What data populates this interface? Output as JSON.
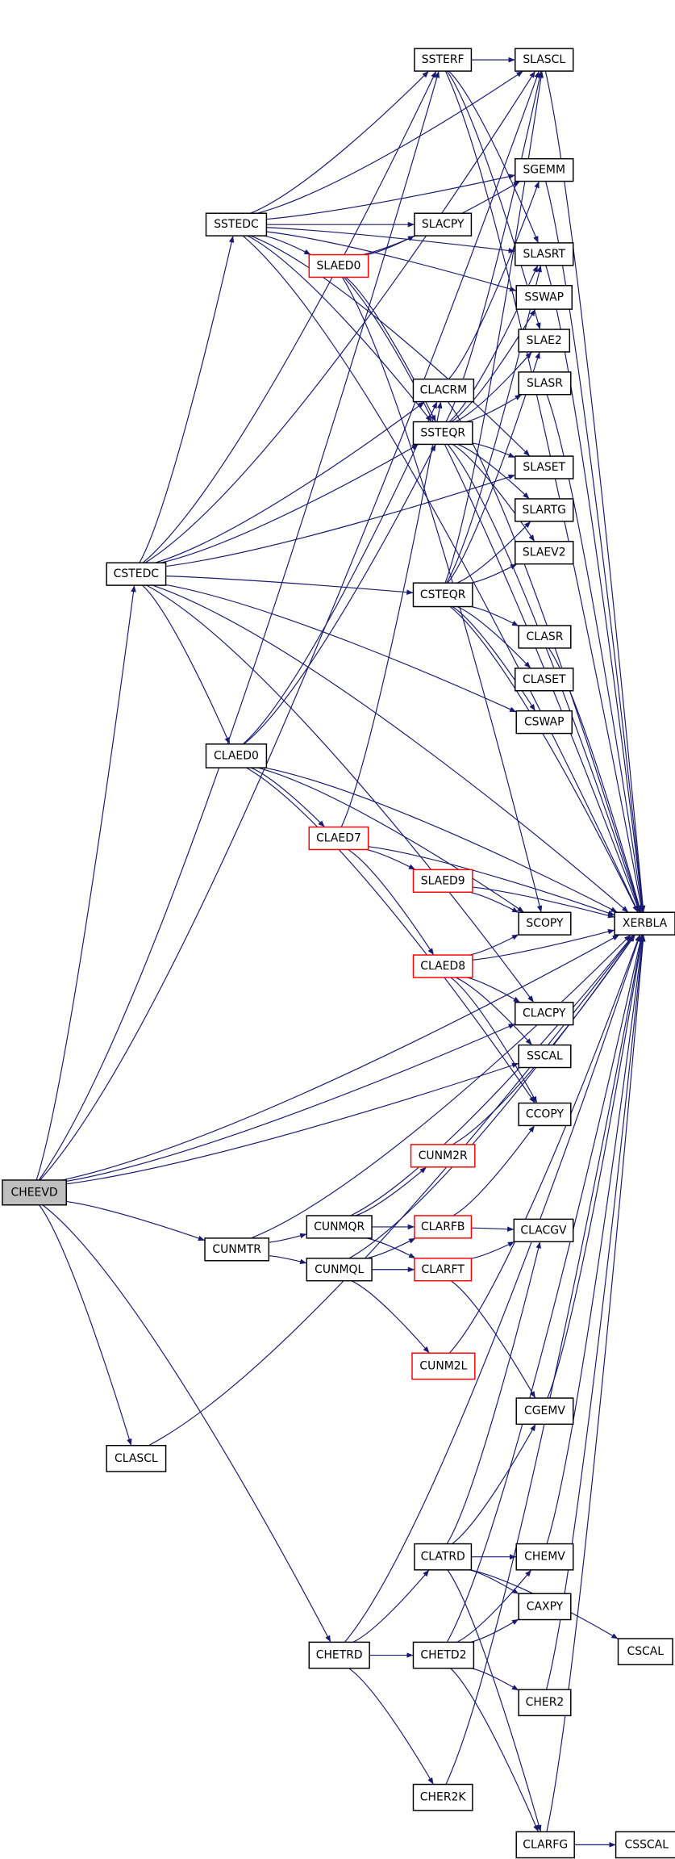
{
  "edge_color": "#191970",
  "highlight_color": "#ff0000",
  "root_fill": "#bfbfbf",
  "nodes": [
    {
      "id": "CHEEVD",
      "root": true
    },
    {
      "id": "CSTEDC"
    },
    {
      "id": "SSTEDC"
    },
    {
      "id": "SSTERF"
    },
    {
      "id": "SLASCL"
    },
    {
      "id": "SGEMM"
    },
    {
      "id": "SLACPY"
    },
    {
      "id": "SLAED0",
      "red": true
    },
    {
      "id": "SLASRT"
    },
    {
      "id": "SSWAP"
    },
    {
      "id": "SLAE2"
    },
    {
      "id": "SLASR"
    },
    {
      "id": "CLACRM"
    },
    {
      "id": "SSTEQR"
    },
    {
      "id": "SLASET"
    },
    {
      "id": "SLARTG"
    },
    {
      "id": "SLAEV2"
    },
    {
      "id": "CSTEQR"
    },
    {
      "id": "CLASR"
    },
    {
      "id": "CLASET"
    },
    {
      "id": "CSWAP"
    },
    {
      "id": "CLAED0"
    },
    {
      "id": "CLAED7",
      "red": true
    },
    {
      "id": "SLAED9",
      "red": true
    },
    {
      "id": "SCOPY"
    },
    {
      "id": "XERBLA"
    },
    {
      "id": "CLAED8",
      "red": true
    },
    {
      "id": "CLACPY"
    },
    {
      "id": "SSCAL"
    },
    {
      "id": "CCOPY"
    },
    {
      "id": "CUNM2R",
      "red": true
    },
    {
      "id": "CUNMTR"
    },
    {
      "id": "CUNMQR"
    },
    {
      "id": "CLARFB",
      "red": true
    },
    {
      "id": "CLACGV"
    },
    {
      "id": "CUNMQL"
    },
    {
      "id": "CLARFT",
      "red": true
    },
    {
      "id": "CUNM2L",
      "red": true
    },
    {
      "id": "CGEMV"
    },
    {
      "id": "CLASCL"
    },
    {
      "id": "CLATRD"
    },
    {
      "id": "CHEMV"
    },
    {
      "id": "CAXPY"
    },
    {
      "id": "CSCAL"
    },
    {
      "id": "CHETRD"
    },
    {
      "id": "CHETD2"
    },
    {
      "id": "CHER2"
    },
    {
      "id": "CHER2K"
    },
    {
      "id": "CLARFG"
    },
    {
      "id": "CSSCAL"
    }
  ],
  "edges": [
    [
      "CHEEVD",
      "CSTEDC"
    ],
    [
      "CHEEVD",
      "SSTERF"
    ],
    [
      "CHEEVD",
      "SLASCL"
    ],
    [
      "CHEEVD",
      "CLACPY"
    ],
    [
      "CHEEVD",
      "SSCAL"
    ],
    [
      "CHEEVD",
      "CUNMTR"
    ],
    [
      "CHEEVD",
      "XERBLA"
    ],
    [
      "CHEEVD",
      "CLASCL"
    ],
    [
      "CHEEVD",
      "CHETRD"
    ],
    [
      "CSTEDC",
      "SSTEDC"
    ],
    [
      "CSTEDC",
      "SSTERF"
    ],
    [
      "CSTEDC",
      "SLASCL"
    ],
    [
      "CSTEDC",
      "CLACRM"
    ],
    [
      "CSTEDC",
      "SSTEQR"
    ],
    [
      "CSTEDC",
      "SLASET"
    ],
    [
      "CSTEDC",
      "CSTEQR"
    ],
    [
      "CSTEDC",
      "CSWAP"
    ],
    [
      "CSTEDC",
      "XERBLA"
    ],
    [
      "CSTEDC",
      "CLAED0"
    ],
    [
      "CSTEDC",
      "CLACPY"
    ],
    [
      "SSTEDC",
      "SSTERF"
    ],
    [
      "SSTEDC",
      "SLASCL"
    ],
    [
      "SSTEDC",
      "SGEMM"
    ],
    [
      "SSTEDC",
      "SLACPY"
    ],
    [
      "SSTEDC",
      "SLAED0"
    ],
    [
      "SSTEDC",
      "SLASRT"
    ],
    [
      "SSTEDC",
      "SSWAP"
    ],
    [
      "SSTEDC",
      "SSTEQR"
    ],
    [
      "SSTEDC",
      "SLASET"
    ],
    [
      "SSTEDC",
      "XERBLA"
    ],
    [
      "SSTERF",
      "SLASCL"
    ],
    [
      "SSTERF",
      "SLASRT"
    ],
    [
      "SSTERF",
      "SLAE2"
    ],
    [
      "SSTERF",
      "XERBLA"
    ],
    [
      "SLAED0",
      "SLACPY"
    ],
    [
      "SLAED0",
      "SGEMM"
    ],
    [
      "SLAED0",
      "SSTEQR"
    ],
    [
      "SLAED0",
      "SCOPY"
    ],
    [
      "SLAED0",
      "XERBLA"
    ],
    [
      "SSTEQR",
      "SLASCL"
    ],
    [
      "SSTEQR",
      "SLASRT"
    ],
    [
      "SSTEQR",
      "SSWAP"
    ],
    [
      "SSTEQR",
      "SLAE2"
    ],
    [
      "SSTEQR",
      "SLASR"
    ],
    [
      "SSTEQR",
      "SLASET"
    ],
    [
      "SSTEQR",
      "SLARTG"
    ],
    [
      "SSTEQR",
      "SLAEV2"
    ],
    [
      "SSTEQR",
      "XERBLA"
    ],
    [
      "CLACRM",
      "SGEMM"
    ],
    [
      "CLACRM",
      "XERBLA"
    ],
    [
      "CSTEQR",
      "SLASCL"
    ],
    [
      "CSTEQR",
      "SLASRT"
    ],
    [
      "CSTEQR",
      "SLAE2"
    ],
    [
      "CSTEQR",
      "SLARTG"
    ],
    [
      "CSTEQR",
      "SLAEV2"
    ],
    [
      "CSTEQR",
      "CLASR"
    ],
    [
      "CSTEQR",
      "CLASET"
    ],
    [
      "CSTEQR",
      "CSWAP"
    ],
    [
      "CSTEQR",
      "XERBLA"
    ],
    [
      "SLASCL",
      "XERBLA"
    ],
    [
      "SGEMM",
      "XERBLA"
    ],
    [
      "SLASRT",
      "XERBLA"
    ],
    [
      "SLASR",
      "XERBLA"
    ],
    [
      "CLASR",
      "XERBLA"
    ],
    [
      "CLAED0",
      "CLACRM"
    ],
    [
      "CLAED0",
      "SSTEQR"
    ],
    [
      "CLAED0",
      "CLAED7"
    ],
    [
      "CLAED0",
      "SCOPY"
    ],
    [
      "CLAED0",
      "CCOPY"
    ],
    [
      "CLAED0",
      "XERBLA"
    ],
    [
      "CLAED7",
      "CLACRM"
    ],
    [
      "CLAED7",
      "SLAED9"
    ],
    [
      "CLAED7",
      "CLAED8"
    ],
    [
      "CLAED7",
      "XERBLA"
    ],
    [
      "SLAED9",
      "SCOPY"
    ],
    [
      "SLAED9",
      "XERBLA"
    ],
    [
      "CLAED8",
      "SCOPY"
    ],
    [
      "CLAED8",
      "CLACPY"
    ],
    [
      "CLAED8",
      "SSCAL"
    ],
    [
      "CLAED8",
      "CCOPY"
    ],
    [
      "CLAED8",
      "XERBLA"
    ],
    [
      "CUNMTR",
      "CUNMQR"
    ],
    [
      "CUNMTR",
      "CUNMQL"
    ],
    [
      "CUNMTR",
      "XERBLA"
    ],
    [
      "CUNMQR",
      "CUNM2R"
    ],
    [
      "CUNMQR",
      "CLARFB"
    ],
    [
      "CUNMQR",
      "CLARFT"
    ],
    [
      "CUNMQR",
      "XERBLA"
    ],
    [
      "CUNMQL",
      "CLARFB"
    ],
    [
      "CUNMQL",
      "CLARFT"
    ],
    [
      "CUNMQL",
      "CUNM2L"
    ],
    [
      "CUNMQL",
      "XERBLA"
    ],
    [
      "CUNM2R",
      "XERBLA"
    ],
    [
      "CUNM2L",
      "XERBLA"
    ],
    [
      "CLARFB",
      "CCOPY"
    ],
    [
      "CLARFB",
      "CLACGV"
    ],
    [
      "CLARFT",
      "CLACGV"
    ],
    [
      "CLARFT",
      "CGEMV"
    ],
    [
      "CGEMV",
      "XERBLA"
    ],
    [
      "CLASCL",
      "XERBLA"
    ],
    [
      "CHETRD",
      "CLATRD"
    ],
    [
      "CHETRD",
      "CHETD2"
    ],
    [
      "CHETRD",
      "CHER2K"
    ],
    [
      "CHETRD",
      "XERBLA"
    ],
    [
      "CLATRD",
      "CHEMV"
    ],
    [
      "CLATRD",
      "CAXPY"
    ],
    [
      "CLATRD",
      "CSCAL"
    ],
    [
      "CLATRD",
      "CLARFG"
    ],
    [
      "CLATRD",
      "CGEMV"
    ],
    [
      "CLATRD",
      "CLACGV"
    ],
    [
      "CHETD2",
      "CHEMV"
    ],
    [
      "CHETD2",
      "CAXPY"
    ],
    [
      "CHETD2",
      "CHER2"
    ],
    [
      "CHETD2",
      "CLARFG"
    ],
    [
      "CHETD2",
      "XERBLA"
    ],
    [
      "CHEMV",
      "XERBLA"
    ],
    [
      "CHER2",
      "XERBLA"
    ],
    [
      "CHER2K",
      "XERBLA"
    ],
    [
      "CLARFG",
      "CSSCAL"
    ],
    [
      "CLARFG",
      "XERBLA"
    ]
  ]
}
